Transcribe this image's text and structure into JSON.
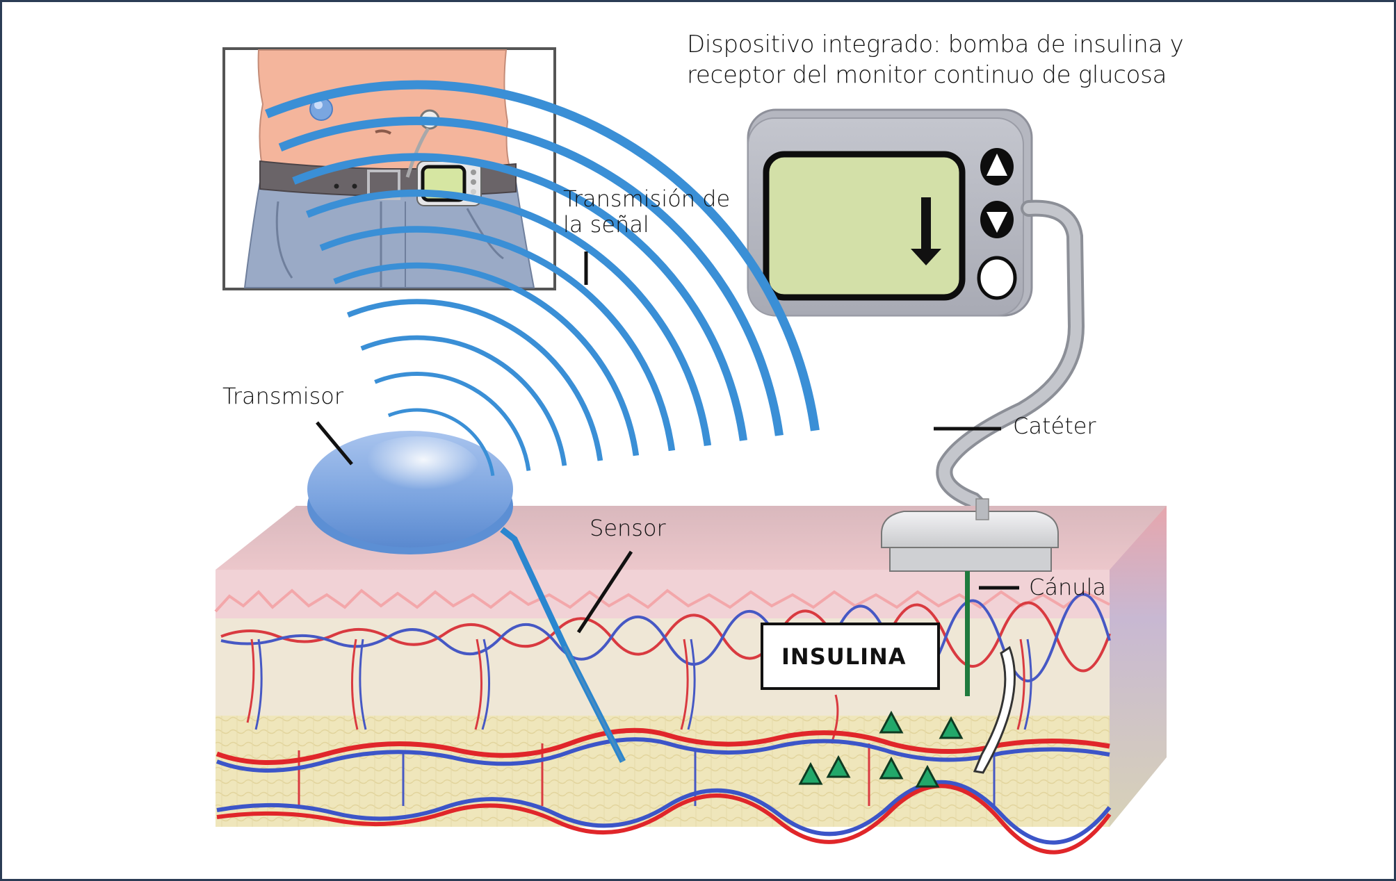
{
  "title": {
    "line1": "Dispositivo integrado: bomba de insulina y",
    "line2": "receptor del monitor continuo de glucosa"
  },
  "labels": {
    "signal_line1": "Transmisión de",
    "signal_line2": "la señal",
    "transmitter": "Transmisor",
    "catheter": "Catéter",
    "sensor": "Sensor",
    "cannula": "Cánula",
    "insulin": "INSULINA"
  },
  "icons": {
    "pump_screen_arrow": "arrow-down-icon",
    "pump_button_up": "triangle-up-icon",
    "pump_button_down": "triangle-down-icon",
    "pump_button_ok": "circle-button-icon",
    "insulin_molecule": "green-triangle-icon"
  },
  "colors": {
    "border": "#2b3c55",
    "signal_wave": "#3a8fd6",
    "transmitter": "#7aa6e0",
    "pump_body": "#b4b6bf",
    "pump_screen": "#d3e0a8",
    "skin_top": "#e8c3c8",
    "dermis": "#f1d6d8",
    "subcutaneous": "#efe8cf",
    "fat": "#ede3b0",
    "artery": "#e0262a",
    "vein": "#3c55c8",
    "cannula": "#1f7a3e",
    "insulin_molecule": "#22a86a"
  }
}
